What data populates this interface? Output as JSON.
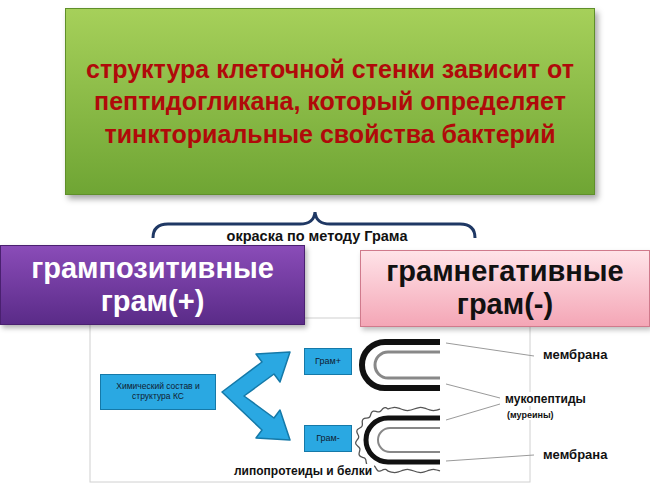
{
  "diagram": {
    "nodes": [
      {
        "text": [
          "структура клеточной стенки зависит от пептидогликана, который определяет тинкториальные свойства бактерий"
        ]
      },
      {
        "text": [
          "грампозитивные грам(+)"
        ]
      },
      {
        "text": [
          "грамнегативные грам(-)"
        ]
      },
      {
        "text": [
          "Химический состав и структура КС"
        ]
      },
      {
        "text": [
          "Грам+"
        ]
      },
      {
        "text": [
          "Грам-"
        ]
      }
    ],
    "labels": [
      "окраска по методу Грама",
      "мембрана",
      "мукопептиды",
      "(муреины)",
      "мембрана",
      "липопротеиды и белки"
    ]
  }
}
